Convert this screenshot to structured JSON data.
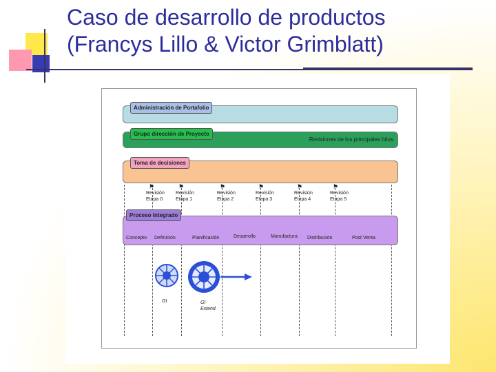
{
  "title": {
    "line1": "Caso de desarrollo de productos",
    "line2": "(Francys Lillo & Victor Grimblatt)"
  },
  "diagram": {
    "bands": {
      "portfolio": {
        "label": "Administración de Portafolio"
      },
      "project": {
        "label": "Grupo dirección de Proyecto",
        "note": "Revisiones de los principales hitos"
      },
      "decision": {
        "label": "Toma de decisiones"
      },
      "process": {
        "label": "Proceso Integrado"
      }
    },
    "reviews": [
      {
        "line1": "Revisión",
        "line2": "Etapa 0"
      },
      {
        "line1": "Revisión",
        "line2": "Etapa 1"
      },
      {
        "line1": "Revisión",
        "line2": "Etapa 2"
      },
      {
        "line1": "Revisión",
        "line2": "Etapa 3"
      },
      {
        "line1": "Revisión",
        "line2": "Etapa 4"
      },
      {
        "line1": "Revisión",
        "line2": "Etapa 5"
      }
    ],
    "phases": [
      "Concepto",
      "Definición",
      "Planificación",
      "Desarrollo",
      "Manufactura",
      "Distribución",
      "Post Venta"
    ],
    "gi": {
      "label": "GI"
    },
    "gi_extend": {
      "line1": "GI",
      "line2": "Extend."
    },
    "colors": {
      "portfolio": "#b7dce4",
      "project": "#2aa05a",
      "decision": "#f9c392",
      "process": "#c99bee",
      "gi_blue": "#2b4fd6"
    }
  }
}
